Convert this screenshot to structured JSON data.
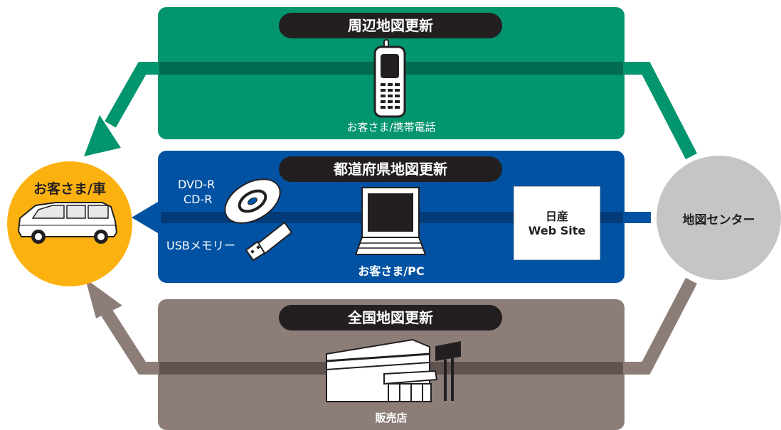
{
  "colors": {
    "green": "#02956e",
    "blue": "#0152a3",
    "brown": "#8d7d78",
    "dark": "#231f20",
    "orange": "#fbb211",
    "gray": "#c5c5c7"
  },
  "panels": {
    "top": {
      "title": "周辺地図更新",
      "caption": "お客さま/携帯電話",
      "icon": "mobile-phone-icon"
    },
    "middle": {
      "title": "都道府県地図更新",
      "media_label_1": "DVD-R",
      "media_label_2": "CD-R",
      "usb_label": "USBメモリー",
      "pc_caption": "お客さま/PC",
      "website_line1": "日産",
      "website_line2": "Web Site",
      "icons": [
        "disc-icon",
        "usb-stick-icon",
        "computer-icon"
      ]
    },
    "bottom": {
      "title": "全国地図更新",
      "caption": "販売店",
      "icon": "store-building-icon"
    }
  },
  "nodes": {
    "customer": {
      "label": "お客さま/車",
      "icon": "car-icon"
    },
    "center": {
      "label": "地図センター"
    }
  },
  "flows": [
    {
      "from": "地図センター",
      "to": "お客さま/車",
      "via": "周辺地図更新"
    },
    {
      "from": "地図センター",
      "to": "お客さま/車",
      "via": "都道府県地図更新"
    },
    {
      "from": "地図センター",
      "to": "お客さま/車",
      "via": "全国地図更新"
    }
  ]
}
